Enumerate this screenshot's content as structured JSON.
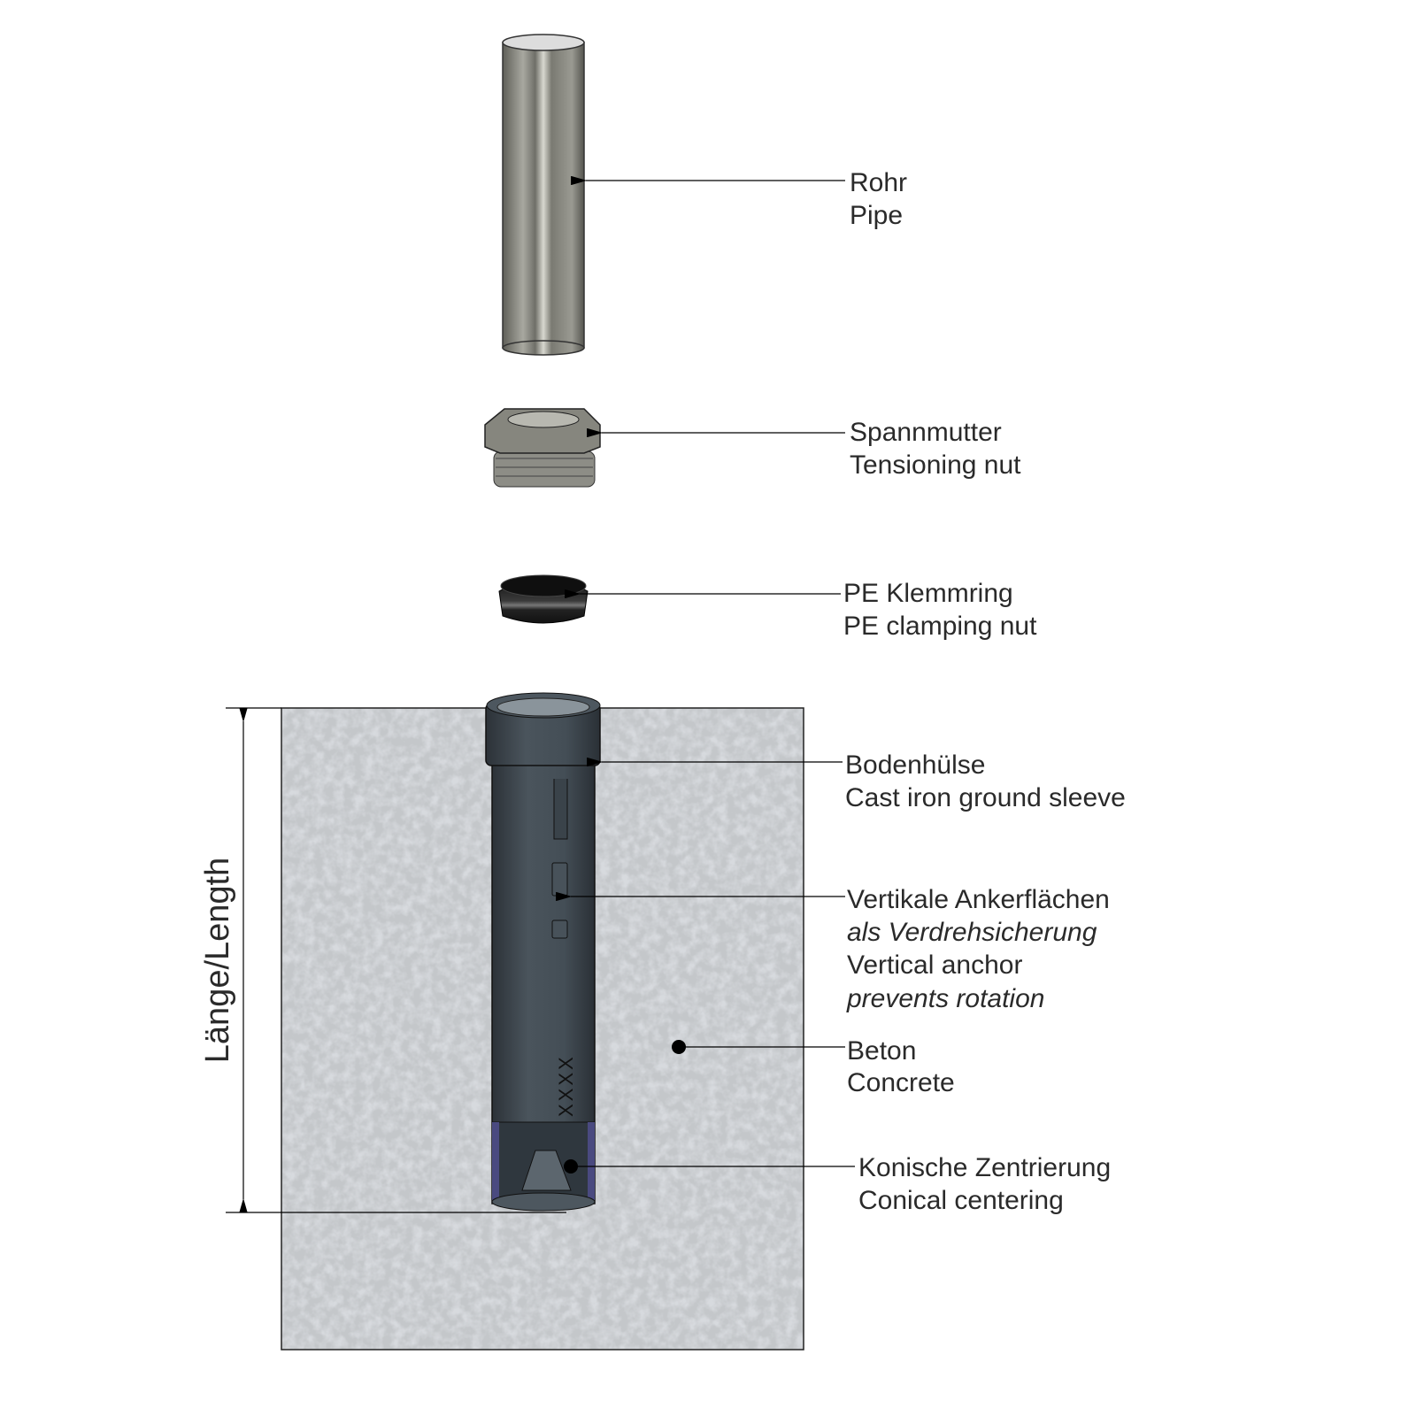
{
  "labels": {
    "pipe": {
      "de": "Rohr",
      "en": "Pipe"
    },
    "nut": {
      "de": "Spannmutter",
      "en": "Tensioning nut"
    },
    "ring": {
      "de": "PE Klemmring",
      "en": "PE clamping nut"
    },
    "sleeve": {
      "de": "Bodenhülse",
      "en": "Cast iron ground sleeve"
    },
    "anchor": {
      "de": "Vertikale Ankerflächen",
      "de_sub": "als Verdrehsicherung",
      "en": "Vertical anchor",
      "en_sub": "prevents rotation"
    },
    "concrete": {
      "de": "Beton",
      "en": "Concrete"
    },
    "cone": {
      "de": "Konische Zentrierung",
      "en": "Conical centering"
    }
  },
  "dimension": {
    "label": "Länge/Length"
  },
  "marking": "XXXX",
  "colors": {
    "sleeve": "#3f4850",
    "pipe": "#8a8a82",
    "ring": "#1c1c1c",
    "concrete": "#b9bcc0",
    "line": "#000000"
  }
}
